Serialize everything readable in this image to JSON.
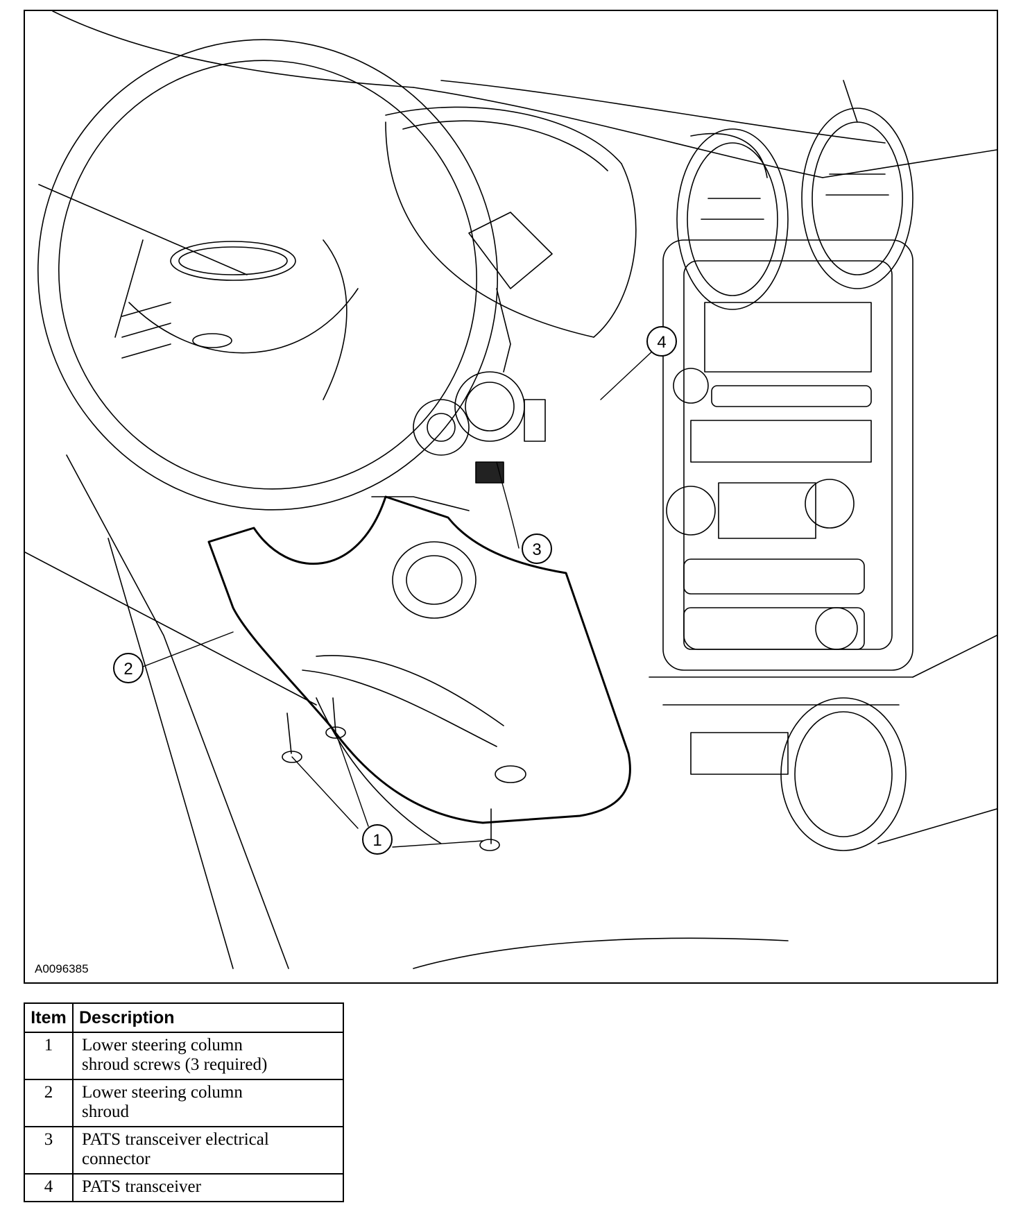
{
  "figure": {
    "id": "A0096385",
    "callouts": [
      "1",
      "2",
      "3",
      "4"
    ]
  },
  "legend": {
    "header_item": "Item",
    "header_description": "Description",
    "rows": [
      {
        "item": "1",
        "description_line1": "Lower steering column",
        "description_line2": "shroud screws (3 required)"
      },
      {
        "item": "2",
        "description_line1": "Lower steering column",
        "description_line2": "shroud"
      },
      {
        "item": "3",
        "description_line1": "PATS transceiver electrical",
        "description_line2": "connector"
      },
      {
        "item": "4",
        "description_line1": "PATS transceiver",
        "description_line2": ""
      }
    ]
  }
}
